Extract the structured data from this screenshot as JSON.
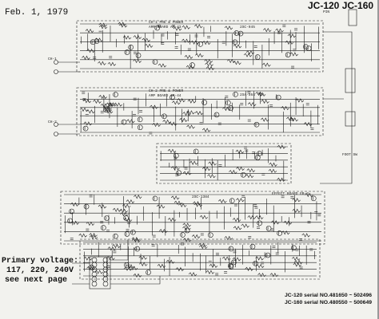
{
  "document": {
    "date": "Feb. 1, 1979",
    "model": "JC-120 JC-160"
  },
  "primary_voltage": {
    "line1": "Primary voltage:",
    "line2": "117, 220, 240V",
    "line3": "see next page"
  },
  "serials": {
    "line1": "JC-120 serial NO.481650 ~ 502496",
    "line2": "JC-160 serial NO.480550 ~ 500649"
  },
  "blocks": {
    "ch1": "CH-1 PRE & POWER",
    "ch1_board": "AMP BOARD AP-43",
    "ch2": "CH-2 PRE & POWER",
    "ch2_board": "AMP BOARD AP-44",
    "effect_board": "EFFECT BOARD EB-3"
  },
  "labels": {
    "ch1_in": "CH-1",
    "ch2_in": "CH-2",
    "tsc1": "2SC-945",
    "tsa1": "2SA-564",
    "tsc2": "2SC-1384",
    "pin": "PIN",
    "foot": "FOOT SW"
  }
}
